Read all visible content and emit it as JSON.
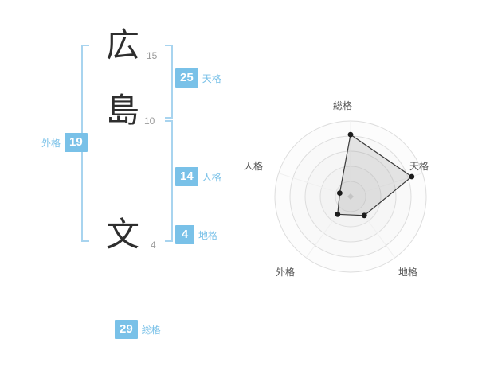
{
  "colors": {
    "accent": "#79c1e8",
    "bracket": "#a8d4ef"
  },
  "name": {
    "characters": [
      {
        "char": "広",
        "strokes": "15"
      },
      {
        "char": "島",
        "strokes": "10"
      },
      {
        "char": "文",
        "strokes": "4"
      }
    ]
  },
  "kaku": {
    "tenkaku": {
      "label": "天格",
      "value": "25"
    },
    "jinkaku": {
      "label": "人格",
      "value": "14"
    },
    "chikaku": {
      "label": "地格",
      "value": "4"
    },
    "gaikaku": {
      "label": "外格",
      "value": "19"
    },
    "soukaku": {
      "label": "総格",
      "value": "29"
    }
  },
  "chart_data": {
    "type": "radar",
    "axes": [
      "総格",
      "天格",
      "地格",
      "外格",
      "人格"
    ],
    "values_fraction": [
      0.82,
      0.85,
      0.31,
      0.29,
      0.15
    ],
    "rings": 5,
    "kaku_values": {
      "総格": 29,
      "天格": 25,
      "地格": 4,
      "外格": 19,
      "人格": 14
    },
    "legend": "none",
    "grid": "concentric-circles"
  }
}
